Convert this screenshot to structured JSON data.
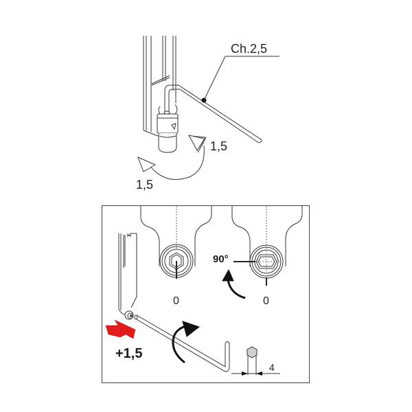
{
  "diagram": {
    "type": "technical-assembly-instruction",
    "top_view": {
      "tool_label": "Ch.2,5",
      "rotation_labels": [
        "1,5",
        "1,5"
      ]
    },
    "bottom_view": {
      "left_position_label": "0",
      "right_position_label": "0",
      "rotation_angle": "90°",
      "adjustment_label": "+1,5",
      "dimension_label": "4"
    },
    "colors": {
      "line": "#333333",
      "direction_arrow": "#e01c1c",
      "hex_fill": "#d0d0d0",
      "frame": "#444444"
    }
  }
}
